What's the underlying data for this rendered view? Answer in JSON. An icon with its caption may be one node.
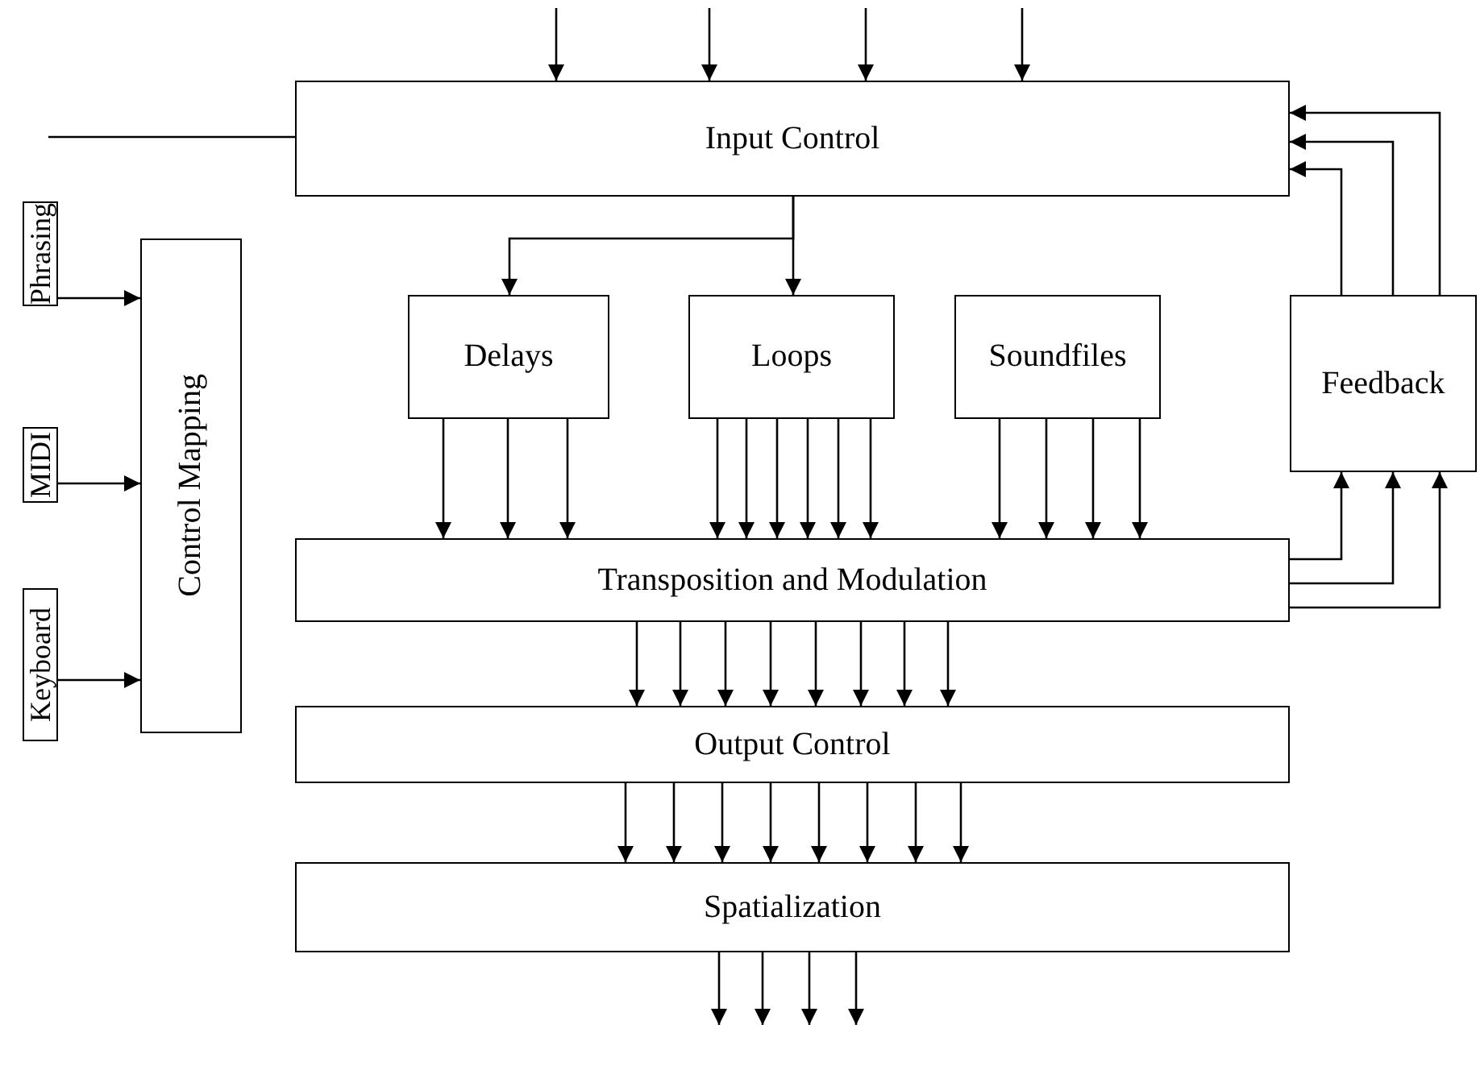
{
  "diagram": {
    "nodes": [
      {
        "text": [
          "Input Control"
        ]
      },
      {
        "text": [
          "Delays"
        ]
      },
      {
        "text": [
          "Loops"
        ]
      },
      {
        "text": [
          "Soundfiles"
        ]
      },
      {
        "text": [
          "Feedback"
        ]
      },
      {
        "text": [
          "Transposition and Modulation"
        ]
      },
      {
        "text": [
          "Output Control"
        ]
      },
      {
        "text": [
          "Spatialization"
        ]
      },
      {
        "text": [
          "Control Mapping"
        ]
      },
      {
        "text": [
          "Phrasing"
        ]
      },
      {
        "text": [
          "MIDI"
        ]
      },
      {
        "text": [
          "Keyboard"
        ]
      }
    ],
    "edges": [
      {
        "from": null,
        "to": 0,
        "arrow": "to"
      },
      {
        "from": null,
        "to": 0,
        "arrow": "to"
      },
      {
        "from": null,
        "to": 0,
        "arrow": "to"
      },
      {
        "from": null,
        "to": 0,
        "arrow": "to"
      },
      {
        "from": null,
        "to": 0,
        "arrow": "none"
      },
      {
        "from": 0,
        "to": 1,
        "arrow": "to"
      },
      {
        "from": 0,
        "to": 2,
        "arrow": "to"
      },
      {
        "from": 1,
        "to": 5,
        "arrow": "to"
      },
      {
        "from": 1,
        "to": 5,
        "arrow": "to"
      },
      {
        "from": 1,
        "to": 5,
        "arrow": "to"
      },
      {
        "from": 2,
        "to": 5,
        "arrow": "to"
      },
      {
        "from": 2,
        "to": 5,
        "arrow": "to"
      },
      {
        "from": 2,
        "to": 5,
        "arrow": "to"
      },
      {
        "from": 2,
        "to": 5,
        "arrow": "to"
      },
      {
        "from": 2,
        "to": 5,
        "arrow": "to"
      },
      {
        "from": 2,
        "to": 5,
        "arrow": "to"
      },
      {
        "from": 3,
        "to": 5,
        "arrow": "to"
      },
      {
        "from": 3,
        "to": 5,
        "arrow": "to"
      },
      {
        "from": 3,
        "to": 5,
        "arrow": "to"
      },
      {
        "from": 3,
        "to": 5,
        "arrow": "to"
      },
      {
        "from": 5,
        "to": 4,
        "arrow": "to"
      },
      {
        "from": 5,
        "to": 4,
        "arrow": "to"
      },
      {
        "from": 5,
        "to": 4,
        "arrow": "to"
      },
      {
        "from": 4,
        "to": 0,
        "arrow": "to"
      },
      {
        "from": 4,
        "to": 0,
        "arrow": "to"
      },
      {
        "from": 4,
        "to": 0,
        "arrow": "to"
      },
      {
        "from": 5,
        "to": 6,
        "arrow": "to"
      },
      {
        "from": 5,
        "to": 6,
        "arrow": "to"
      },
      {
        "from": 5,
        "to": 6,
        "arrow": "to"
      },
      {
        "from": 5,
        "to": 6,
        "arrow": "to"
      },
      {
        "from": 5,
        "to": 6,
        "arrow": "to"
      },
      {
        "from": 5,
        "to": 6,
        "arrow": "to"
      },
      {
        "from": 5,
        "to": 6,
        "arrow": "to"
      },
      {
        "from": 5,
        "to": 6,
        "arrow": "to"
      },
      {
        "from": 6,
        "to": 7,
        "arrow": "to"
      },
      {
        "from": 6,
        "to": 7,
        "arrow": "to"
      },
      {
        "from": 6,
        "to": 7,
        "arrow": "to"
      },
      {
        "from": 6,
        "to": 7,
        "arrow": "to"
      },
      {
        "from": 6,
        "to": 7,
        "arrow": "to"
      },
      {
        "from": 6,
        "to": 7,
        "arrow": "to"
      },
      {
        "from": 6,
        "to": 7,
        "arrow": "to"
      },
      {
        "from": 6,
        "to": 7,
        "arrow": "to"
      },
      {
        "from": 7,
        "to": null,
        "arrow": "to"
      },
      {
        "from": 7,
        "to": null,
        "arrow": "to"
      },
      {
        "from": 7,
        "to": null,
        "arrow": "to"
      },
      {
        "from": 7,
        "to": null,
        "arrow": "to"
      },
      {
        "from": 9,
        "to": 8,
        "arrow": "to"
      },
      {
        "from": 10,
        "to": 8,
        "arrow": "to"
      },
      {
        "from": 11,
        "to": 8,
        "arrow": "to"
      }
    ]
  }
}
